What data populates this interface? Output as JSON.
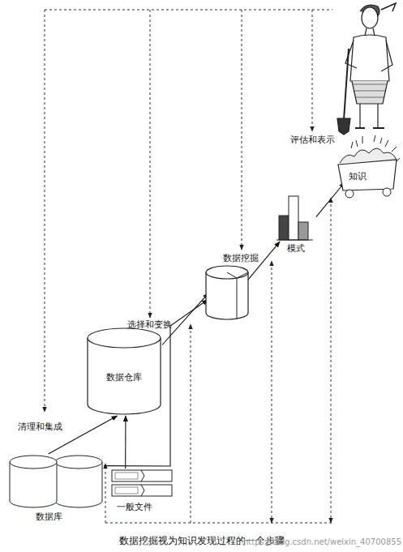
{
  "diagram": {
    "caption": "数据挖掘视为知识发现过程的一个步骤",
    "nodes": [
      {
        "text": [
          "数据库"
        ]
      },
      {
        "text": [
          "一般文件"
        ]
      },
      {
        "text": [
          "数据仓库"
        ]
      },
      {
        "text": [
          "数据挖掘"
        ]
      },
      {
        "text": [
          "模式"
        ]
      },
      {
        "text": [
          "知识"
        ]
      }
    ],
    "edges": [
      {
        "from": 0,
        "to": 2,
        "arrow": "to",
        "label": "清理和集成"
      },
      {
        "from": 1,
        "to": 2,
        "arrow": "to"
      },
      {
        "from": 0,
        "to": 3,
        "arrow": "to"
      },
      {
        "from": 2,
        "to": 3,
        "arrow": "to",
        "label": "选择和变换"
      },
      {
        "from": 3,
        "to": 4,
        "arrow": "to"
      },
      {
        "from": 4,
        "to": 5,
        "arrow": "to",
        "label": "评估和表示"
      }
    ],
    "labels": [
      "https://blog.csdn.net/weixin_40700855"
    ]
  }
}
